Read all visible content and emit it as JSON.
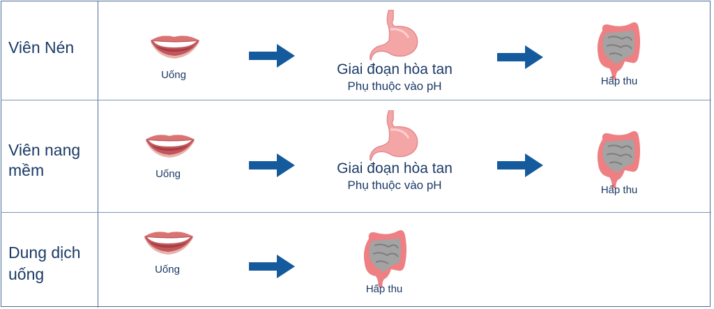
{
  "rows": [
    {
      "label_lines": [
        "Viên Nén"
      ],
      "steps": {
        "mouth": "Uống",
        "dissolution_title": "Giai đoạn hòa tan",
        "dissolution_note": "Phụ thuộc vào pH",
        "absorption": "Hấp thu"
      }
    },
    {
      "label_lines": [
        "Viên nang",
        "mềm"
      ],
      "steps": {
        "mouth": "Uống",
        "dissolution_title": "Giai đoạn hòa tan",
        "dissolution_note": "Phụ thuộc vào pH",
        "absorption": "Hấp thu"
      }
    },
    {
      "label_lines": [
        "Dung dịch",
        "uống"
      ],
      "steps": {
        "mouth": "Uống",
        "absorption": "Hấp thu"
      }
    }
  ],
  "colors": {
    "arrow": "#155a9c",
    "text": "#1b3a66",
    "border": "#4a6a95"
  }
}
